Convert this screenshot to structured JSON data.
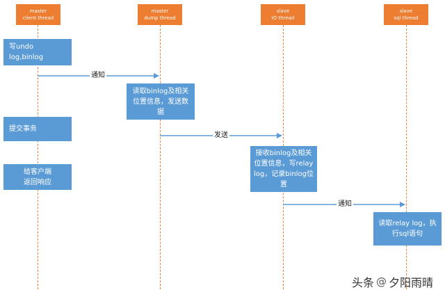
{
  "lanes": [
    {
      "line1": "master",
      "line2": "client thread"
    },
    {
      "line1": "master",
      "line2": "dump thread"
    },
    {
      "line1": "slave",
      "line2": "IO thread"
    },
    {
      "line1": "slave",
      "line2": "sql thread"
    }
  ],
  "boxes": [
    {
      "text": "写undo log,binlog"
    },
    {
      "text": "读取binlog及相关\n位置信息，发送数\n据"
    },
    {
      "text": "提交事务"
    },
    {
      "text": "接收binlog及相关\n位置信息，写relay\nlog，记录binlog位\n置"
    },
    {
      "text": "给客户端\n返回响应"
    },
    {
      "text": "读取relay log，执\n行sql语句"
    }
  ],
  "messages": [
    {
      "label": "通知"
    },
    {
      "label": "发送"
    },
    {
      "label": "通知"
    }
  ],
  "watermark": {
    "prefix": "头条",
    "at": "@",
    "name": "夕阳雨晴"
  },
  "colors": {
    "header": "#ed7d31",
    "box": "#5b9bd5",
    "arrow": "#5b9bd5",
    "lifeline": "#ed7d31"
  }
}
